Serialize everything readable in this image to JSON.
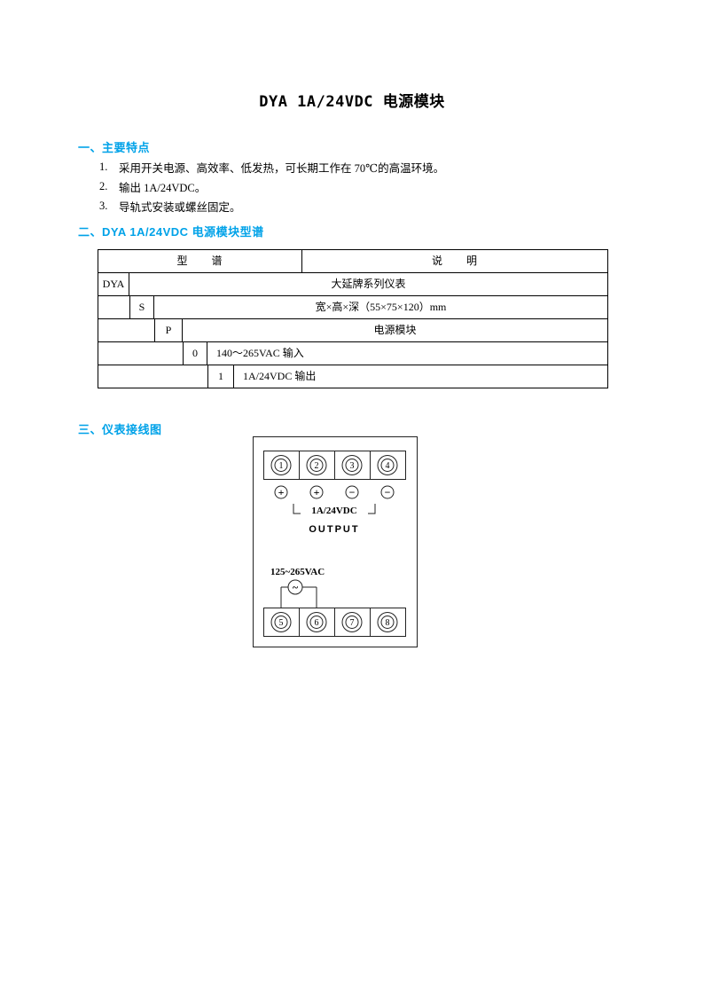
{
  "colors": {
    "heading_accent": "#00A2E8",
    "line": "#222222"
  },
  "page": {
    "title": "DYA 1A/24VDC 电源模块"
  },
  "sections": {
    "features": {
      "heading": "一、主要特点",
      "items": [
        {
          "num": "1.",
          "text": "采用开关电源、高效率、低发热，可长期工作在 70℃的高温环境。"
        },
        {
          "num": "2.",
          "text": "输出 1A/24VDC。"
        },
        {
          "num": "3.",
          "text": "导轨式安装或螺丝固定。"
        }
      ]
    },
    "spectrum": {
      "heading": "二、DYA 1A/24VDC 电源模块型谱",
      "table": {
        "header_left": "型　　谱",
        "header_right": "说　　明",
        "rows": [
          {
            "code": "DYA",
            "desc": "大延牌系列仪表"
          },
          {
            "code": "S",
            "desc": "宽×高×深（55×75×120）mm"
          },
          {
            "code": "P",
            "desc": "电源模块"
          },
          {
            "code": "0",
            "desc": "140～265VAC 输入"
          },
          {
            "code": "1",
            "desc": "1A/24VDC 输出"
          }
        ]
      }
    },
    "wiring": {
      "heading": "三、仪表接线图",
      "diagram": {
        "top_terminals": [
          "1",
          "2",
          "3",
          "4"
        ],
        "polarity": [
          "+",
          "+",
          "−",
          "−"
        ],
        "output_label": "1A/24VDC",
        "output_text": "OUTPUT",
        "input_label": "125~265VAC",
        "ac_symbol": "~",
        "bottom_terminals": [
          "5",
          "6",
          "7",
          "8"
        ]
      }
    }
  }
}
